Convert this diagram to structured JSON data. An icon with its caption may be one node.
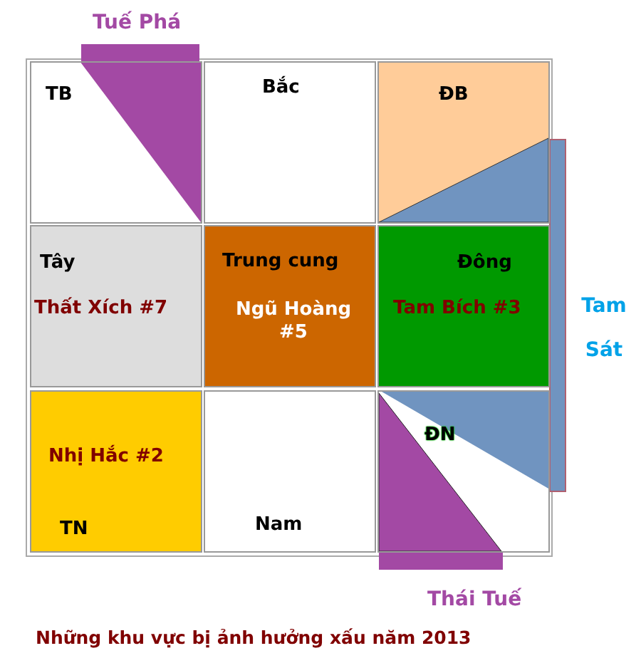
{
  "diagram": {
    "caption": "Những khu vực bị ảnh hưởng xấu năm 2013",
    "nodes": [
      {
        "text": [
          "TB"
        ]
      },
      {
        "text": [
          "Bắc"
        ]
      },
      {
        "text": [
          "ĐB"
        ]
      },
      {
        "text": [
          "Tây",
          "Thất Xích #7"
        ]
      },
      {
        "text": [
          "Trung cung",
          "Ngũ Hoàng #5"
        ]
      },
      {
        "text": [
          "Đông",
          "Tam Bích #3"
        ]
      },
      {
        "text": [
          "Nhị Hắc #2",
          "TN"
        ]
      },
      {
        "text": [
          "Nam"
        ]
      },
      {
        "text": [
          "ĐN"
        ]
      }
    ],
    "labels": [
      "Tuế Phá",
      "Tam Sát",
      "Thái Tuế"
    ]
  }
}
